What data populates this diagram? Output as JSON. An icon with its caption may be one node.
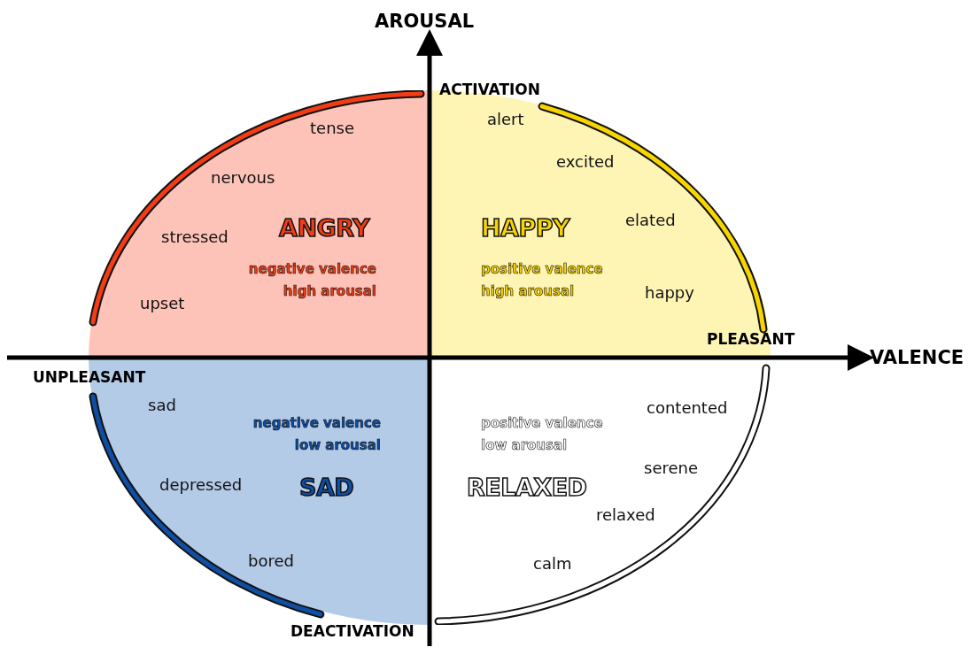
{
  "diagram": {
    "nodes": [
      {
        "text": [
          "ANGRY",
          "negative valence high arousal",
          "tense",
          "nervous",
          "stressed",
          "upset"
        ]
      },
      {
        "text": [
          "HAPPY",
          "positive valence high arousal",
          "alert",
          "excited",
          "elated",
          "happy"
        ]
      },
      {
        "text": [
          "SAD",
          "negative valence low arousal",
          "sad",
          "depressed",
          "bored"
        ]
      },
      {
        "text": [
          "RELAXED",
          "positive valence low arousal",
          "contented",
          "serene",
          "relaxed",
          "calm"
        ]
      }
    ],
    "labels": [
      "AROUSAL",
      "ACTIVATION",
      "PLEASANT",
      "VALENCE",
      "UNPLEASANT",
      "DEACTIVATION"
    ]
  }
}
